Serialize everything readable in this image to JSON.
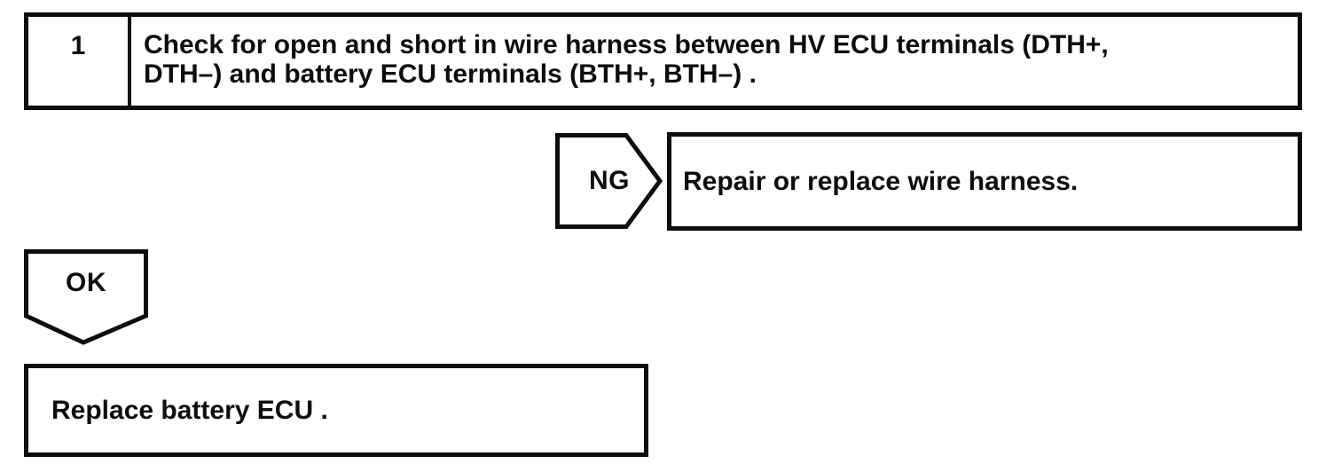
{
  "document": {
    "background_color": "#ffffff",
    "ink_color": "#0d0d0d",
    "kind": "service-manual troubleshooting flowchart"
  },
  "flowchart": {
    "step": {
      "number": "1",
      "instruction_lines": [
        "Check for open and short in wire harness between HV ECU terminals (DTH+,",
        "DTH–) and battery ECU terminals (BTH+, BTH–) ."
      ]
    },
    "ng_branch": {
      "label": "NG",
      "action": "Repair or replace wire harness."
    },
    "ok_branch": {
      "label": "OK",
      "action": "Replace battery ECU ."
    }
  }
}
